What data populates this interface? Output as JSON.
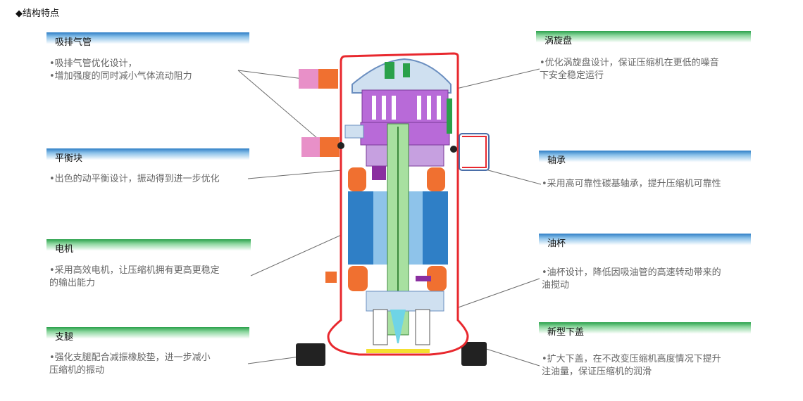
{
  "heading": "◆结构特点",
  "features": [
    {
      "title": "吸排气管",
      "lines": [
        "•吸排气管优化设计，",
        "•增加强度的同时减小气体流动阻力"
      ]
    },
    {
      "title": "平衡块",
      "lines": [
        "•出色的动平衡设计，振动得到进一步优化"
      ]
    },
    {
      "title": "电机",
      "lines": [
        "•采用高效电机，让压缩机拥有更高更稳定",
        "的输出能力"
      ]
    },
    {
      "title": "支腿",
      "lines": [
        "•强化支腿配合减振橡胶垫，进一步减小",
        "压缩机的振动"
      ]
    },
    {
      "title": "涡旋盘",
      "lines": [
        "•优化涡旋盘设计，保证压缩机在更低的噪音",
        "下安全稳定运行"
      ]
    },
    {
      "title": "轴承",
      "lines": [
        "•采用高可靠性碳基轴承，提升压缩机可靠性"
      ]
    },
    {
      "title": "油杯",
      "lines": [
        "•油杯设计，降低因吸油管的高速转动带来的",
        "油搅动"
      ]
    },
    {
      "title": "新型下盖",
      "lines": [
        "•扩大下盖，在不改变压缩机高度情况下提升",
        "注油量，保证压缩机的润滑"
      ]
    }
  ],
  "colors": {
    "shell": "#e8282e",
    "scroll": "#b86ad8",
    "motor_stator": "#2f7fc6",
    "motor_rotor": "#8ec3ea",
    "winding": "#f07030",
    "shaft": "#a8e0a0",
    "pipe": "#e890c8",
    "fitting": "#f07030",
    "foot": "#222222"
  }
}
